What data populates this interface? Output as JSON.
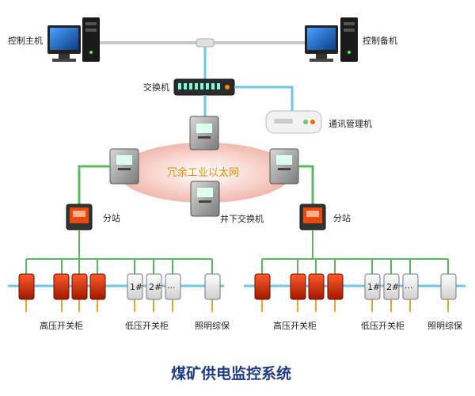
{
  "title": "煤矿供电监控系统",
  "labels": {
    "control_host": "控制主机",
    "control_backup": "控制备机",
    "switch": "交换机",
    "comm_manager": "通讯管理机",
    "ring": "冗余工业以太网",
    "underground_switch": "井下交换机",
    "substation_left": "分站",
    "substation_right": "分站",
    "hv_left": "高压开关柜",
    "lv_left": "低压开关柜",
    "light_left": "照明综保",
    "hv_right": "高压开关柜",
    "lv_right": "低压开关柜",
    "light_right": "照明综保"
  },
  "cabinet_labels": {
    "lv1": "1#",
    "lv2": "2#",
    "lv3": "..."
  },
  "colors": {
    "title": "#1f3a8a",
    "ring_fill": "#f6c9c0",
    "ring_text": "#e08a00",
    "ethernet": "#6ec6ea",
    "fieldbus": "#5cb85c",
    "signal": "#f0a030",
    "hv_cabinet": "#cc2200",
    "lv_cabinet": "#e8e8e8"
  }
}
